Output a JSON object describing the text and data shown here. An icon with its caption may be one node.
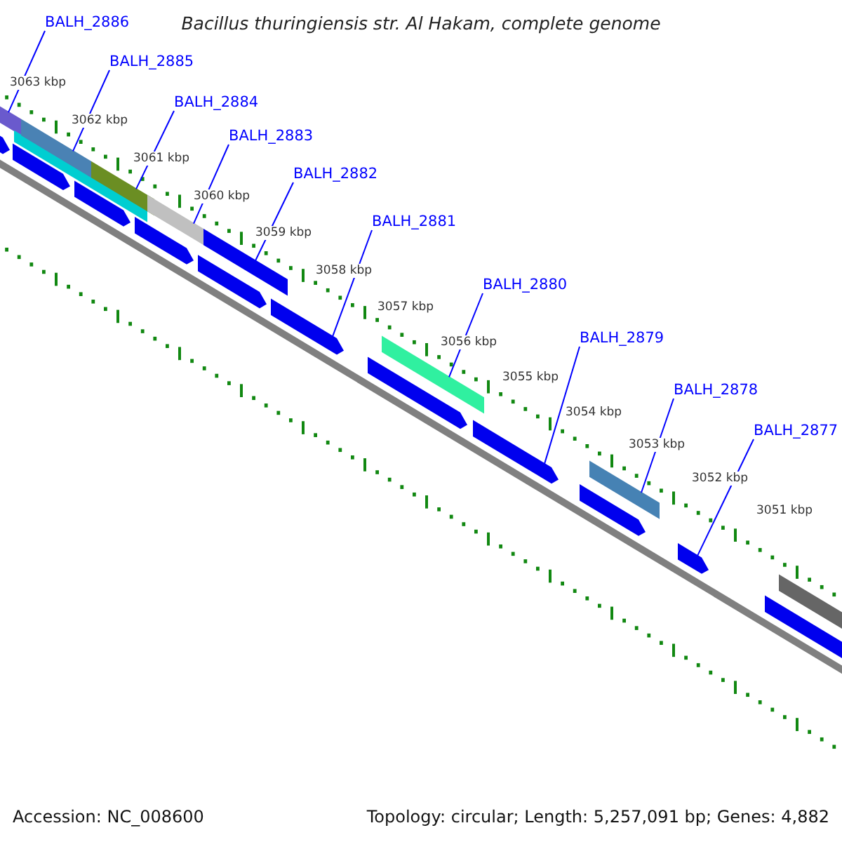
{
  "diagram": {
    "title": "Bacillus thuringiensis str. Al Hakam, complete genome",
    "nodes": [
      {
        "text": [
          "BALH_2886"
        ]
      },
      {
        "text": [
          "BALH_2885"
        ]
      },
      {
        "text": [
          "BALH_2884"
        ]
      },
      {
        "text": [
          "BALH_2883"
        ]
      },
      {
        "text": [
          "BALH_2882"
        ]
      },
      {
        "text": [
          "BALH_2881"
        ]
      },
      {
        "text": [
          "BALH_2880"
        ]
      },
      {
        "text": [
          "BALH_2879"
        ]
      },
      {
        "text": [
          "BALH_2878"
        ]
      },
      {
        "text": [
          "BALH_2877"
        ]
      },
      {
        "text": [],
        "shape": "bar"
      },
      {
        "text": [],
        "shape": "bar"
      },
      {
        "text": [],
        "shape": "bar"
      },
      {
        "text": [],
        "shape": "bar"
      },
      {
        "text": [],
        "shape": "bar"
      },
      {
        "text": [],
        "shape": "bar"
      },
      {
        "text": [],
        "shape": "bar"
      },
      {
        "text": [],
        "shape": "bar"
      },
      {
        "text": [],
        "shape": "bar"
      },
      {
        "text": [],
        "shape": "bar"
      },
      {
        "text": [],
        "shape": "bar"
      },
      {
        "text": [],
        "shape": "bar"
      },
      {
        "text": [],
        "shape": "bar"
      },
      {
        "text": [],
        "shape": "bar"
      },
      {
        "text": [],
        "shape": "bar"
      },
      {
        "text": [],
        "shape": "bar"
      },
      {
        "text": [],
        "shape": "bar"
      },
      {
        "text": [],
        "shape": "bar"
      },
      {
        "text": [],
        "shape": "bar"
      },
      {
        "text": [],
        "shape": "bar"
      }
    ],
    "edges": [
      {
        "from": 0,
        "to": 11,
        "arrow": "none"
      },
      {
        "from": 1,
        "to": 14,
        "arrow": "none"
      },
      {
        "from": 2,
        "to": 16,
        "arrow": "none"
      },
      {
        "from": 3,
        "to": 18,
        "arrow": "none"
      },
      {
        "from": 4,
        "to": 20,
        "arrow": "none"
      },
      {
        "from": 5,
        "to": 21,
        "arrow": "none"
      },
      {
        "from": 6,
        "to": 23,
        "arrow": "none"
      },
      {
        "from": 7,
        "to": 24,
        "arrow": "none"
      },
      {
        "from": 8,
        "to": 26,
        "arrow": "none"
      },
      {
        "from": 9,
        "to": 27,
        "arrow": "none"
      }
    ],
    "labels": [
      "3063 kbp",
      "3062 kbp",
      "3061 kbp",
      "3060 kbp",
      "3059 kbp",
      "3058 kbp",
      "3057 kbp",
      "3056 kbp",
      "3055 kbp",
      "3054 kbp",
      "3053 kbp",
      "3052 kbp",
      "3051 kbp",
      "Accession: NC_008600",
      "Topology: circular; Length: 5,257,091 bp; Genes: 4,882"
    ]
  }
}
